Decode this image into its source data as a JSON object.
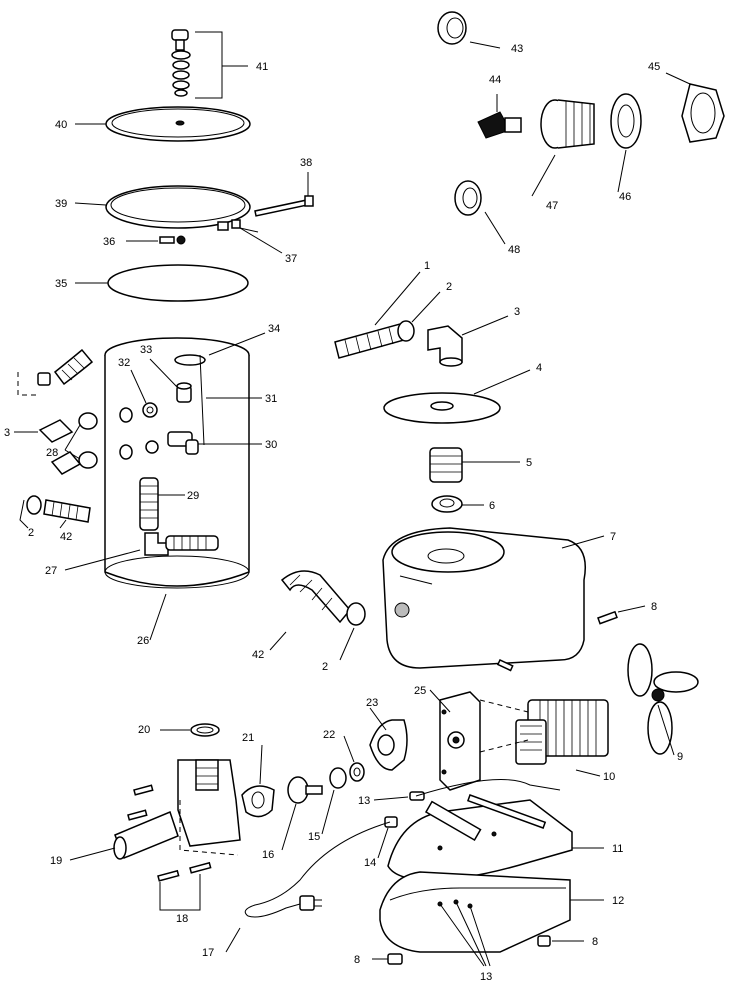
{
  "callouts": {
    "c1": "1",
    "c2a": "2",
    "c3a": "3",
    "c4": "4",
    "c5": "5",
    "c6": "6",
    "c7": "7",
    "c8a": "8",
    "c9": "9",
    "c10": "10",
    "c11": "11",
    "c12": "12",
    "c13a": "13",
    "c14": "14",
    "c15": "15",
    "c16": "16",
    "c17": "17",
    "c18": "18",
    "c19": "19",
    "c20": "20",
    "c21": "21",
    "c22": "22",
    "c23": "23",
    "c25": "25",
    "c26": "26",
    "c27": "27",
    "c28": "28",
    "c29": "29",
    "c30": "30",
    "c31": "31",
    "c32": "32",
    "c33": "33",
    "c34": "34",
    "c35": "35",
    "c36": "36",
    "c37": "37",
    "c38": "38",
    "c39": "39",
    "c40": "40",
    "c41": "41",
    "c42a": "42",
    "c43": "43",
    "c44": "44",
    "c45": "45",
    "c46": "46",
    "c47": "47",
    "c48": "48",
    "c2b": "2",
    "c2c": "2",
    "c3b": "3",
    "c42b": "42",
    "c8b": "8",
    "c8c": "8",
    "c13b": "13"
  }
}
